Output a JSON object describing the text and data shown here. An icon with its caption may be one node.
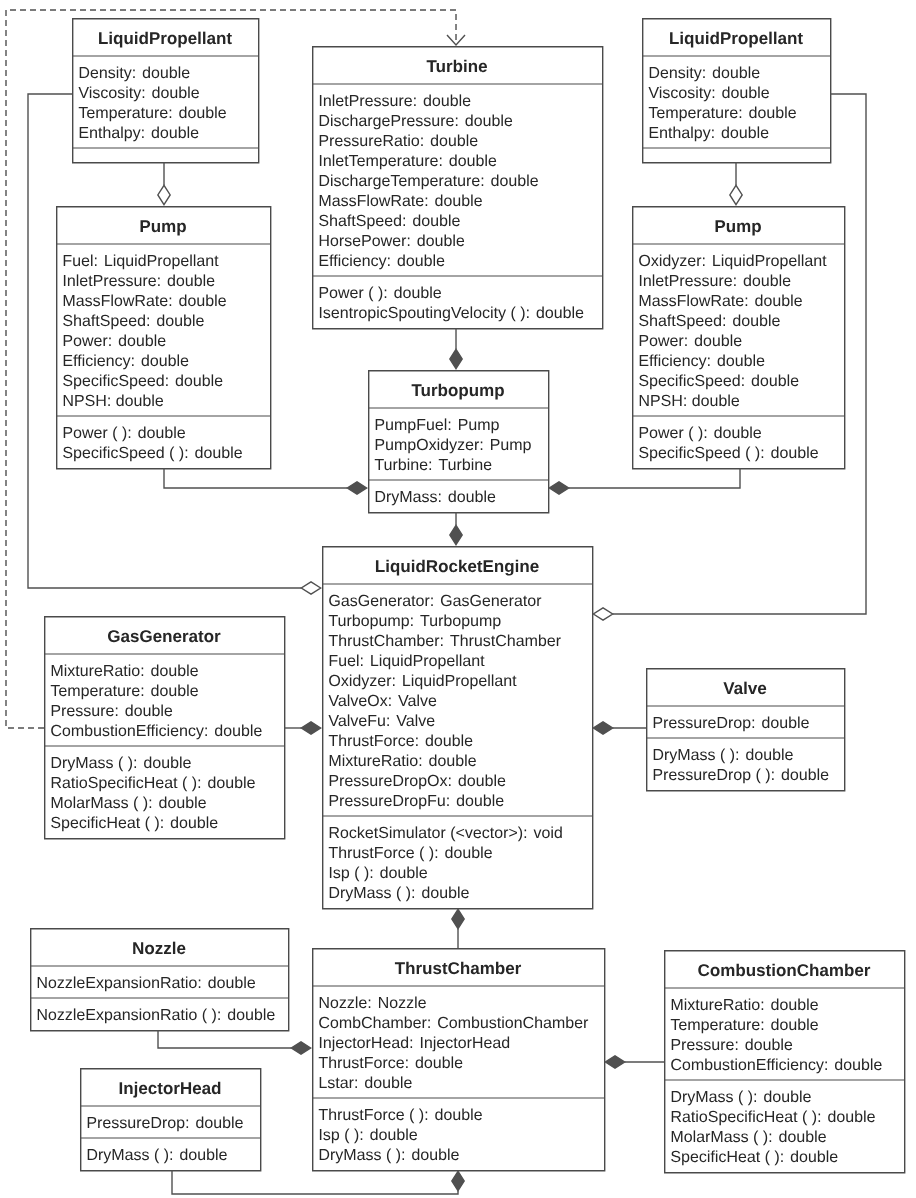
{
  "diagram": {
    "nodes": [
      {
        "text": [
          "LiquidPropellant",
          "Density: double",
          "Viscosity: double",
          "Temperature: double",
          "Enthalpy: double"
        ]
      },
      {
        "text": [
          "Turbine",
          "InletPressure: double",
          "DischargePressure: double",
          "PressureRatio: double",
          "InletTemperature: double",
          "DischargeTemperature: double",
          "MassFlowRate: double",
          "ShaftSpeed: double",
          "HorsePower: double",
          "Efficiency: double",
          "Power ( ): double",
          "IsentropicSpoutingVelocity ( ): double"
        ]
      },
      {
        "text": [
          "LiquidPropellant",
          "Density: double",
          "Viscosity: double",
          "Temperature: double",
          "Enthalpy: double"
        ]
      },
      {
        "text": [
          "Pump",
          "Fuel: LiquidPropellant",
          "InletPressure: double",
          "MassFlowRate: double",
          "ShaftSpeed: double",
          "Power: double",
          "Efficiency: double",
          "SpecificSpeed: double",
          "NPSH: double",
          "Power ( ): double",
          "SpecificSpeed ( ): double"
        ]
      },
      {
        "text": [
          "Pump",
          "Oxidyzer: LiquidPropellant",
          "InletPressure: double",
          "MassFlowRate: double",
          "ShaftSpeed: double",
          "Power: double",
          "Efficiency: double",
          "SpecificSpeed: double",
          "NPSH: double",
          "Power ( ): double",
          "SpecificSpeed ( ): double"
        ]
      },
      {
        "text": [
          "Turbopump",
          "PumpFuel: Pump",
          "PumpOxidyzer: Pump",
          "Turbine: Turbine",
          "DryMass: double"
        ]
      },
      {
        "text": [
          "LiquidRocketEngine",
          "GasGenerator: GasGenerator",
          "Turbopump: Turbopump",
          "ThrustChamber: ThrustChamber",
          "Fuel: LiquidPropellant",
          "Oxidyzer: LiquidPropellant",
          "ValveOx: Valve",
          "ValveFu: Valve",
          "ThrustForce: double",
          "MixtureRatio: double",
          "PressureDropOx: double",
          "PressureDropFu: double",
          "RocketSimulator (<vector>): void",
          "ThrustForce ( ): double",
          "Isp ( ): double",
          "DryMass ( ): double"
        ]
      },
      {
        "text": [
          "GasGenerator",
          "MixtureRatio: double",
          "Temperature: double",
          "Pressure: double",
          "CombustionEfficiency: double",
          "DryMass ( ): double",
          "RatioSpecificHeat ( ): double",
          "MolarMass ( ): double",
          "SpecificHeat ( ): double"
        ]
      },
      {
        "text": [
          "Valve",
          "PressureDrop: double",
          "DryMass ( ): double",
          "PressureDrop ( ): double"
        ]
      },
      {
        "text": [
          "Nozzle",
          "NozzleExpansionRatio: double",
          "NozzleExpansionRatio ( ): double"
        ]
      },
      {
        "text": [
          "ThrustChamber",
          "Nozzle: Nozzle",
          "CombChamber: CombustionChamber",
          "InjectorHead: InjectorHead",
          "ThrustForce: double",
          "Lstar: double",
          "ThrustForce ( ): double",
          "Isp ( ): double",
          "DryMass ( ): double"
        ]
      },
      {
        "text": [
          "CombustionChamber",
          "MixtureRatio: double",
          "Temperature: double",
          "Pressure: double",
          "CombustionEfficiency: double",
          "DryMass ( ): double",
          "RatioSpecificHeat ( ): double",
          "MolarMass ( ): double",
          "SpecificHeat ( ): double"
        ]
      },
      {
        "text": [
          "InjectorHead",
          "PressureDrop: double",
          "DryMass ( ): double"
        ]
      }
    ],
    "edges": [
      {
        "from": 0,
        "to": 3,
        "arrow": "other"
      },
      {
        "from": 2,
        "to": 4,
        "arrow": "other"
      },
      {
        "from": 0,
        "to": 6,
        "arrow": "other"
      },
      {
        "from": 2,
        "to": 6,
        "arrow": "other"
      },
      {
        "from": 1,
        "to": 5,
        "arrow": "other"
      },
      {
        "from": 3,
        "to": 5,
        "arrow": "other"
      },
      {
        "from": 4,
        "to": 5,
        "arrow": "other"
      },
      {
        "from": 5,
        "to": 6,
        "arrow": "other"
      },
      {
        "from": 7,
        "to": 6,
        "arrow": "other"
      },
      {
        "from": 8,
        "to": 6,
        "arrow": "other"
      },
      {
        "from": 10,
        "to": 6,
        "arrow": "other"
      },
      {
        "from": 9,
        "to": 10,
        "arrow": "other"
      },
      {
        "from": 11,
        "to": 10,
        "arrow": "other"
      },
      {
        "from": 12,
        "to": 10,
        "arrow": "other"
      },
      {
        "from": 7,
        "to": 1,
        "arrow": "to",
        "style": "dashed"
      }
    ]
  }
}
